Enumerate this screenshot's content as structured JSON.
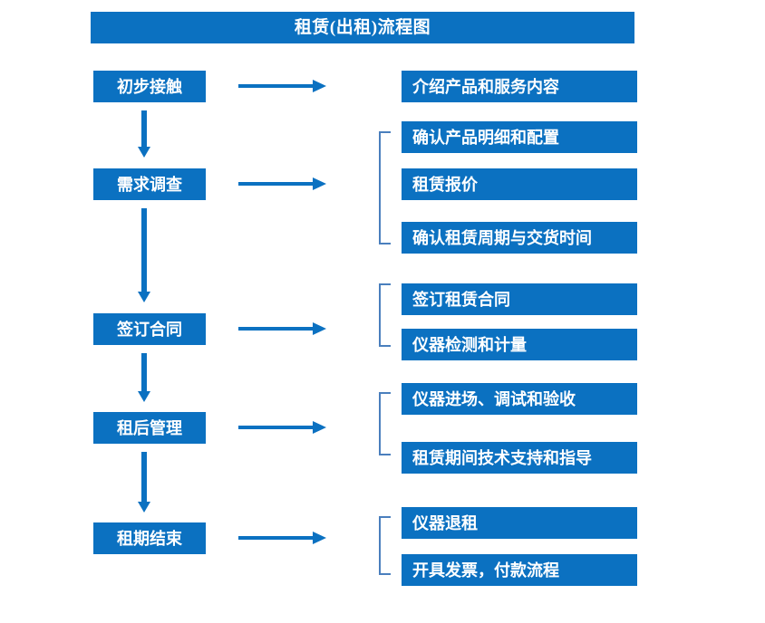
{
  "title": {
    "text": "租赁(出租)流程图"
  },
  "colors": {
    "box_blue": "#0b71c1",
    "arrow_blue": "#0b71c1",
    "bracket_blue": "#4a7fbd",
    "box_text": "#ffffff",
    "background": "#ffffff"
  },
  "stages": [
    {
      "label": "初步接触"
    },
    {
      "label": "需求调查"
    },
    {
      "label": "签订合同"
    },
    {
      "label": "租后管理"
    },
    {
      "label": "租期结束"
    }
  ],
  "details": {
    "group1": [
      {
        "label": "介绍产品和服务内容"
      }
    ],
    "group2": [
      {
        "label": "确认产品明细和配置"
      },
      {
        "label": "租赁报价"
      },
      {
        "label": "确认租赁周期与交货时间"
      }
    ],
    "group3": [
      {
        "label": "签订租赁合同"
      },
      {
        "label": "仪器检测和计量"
      }
    ],
    "group4": [
      {
        "label": "仪器进场、调试和验收"
      },
      {
        "label": "租赁期间技术支持和指导"
      }
    ],
    "group5": [
      {
        "label": "仪器退租"
      },
      {
        "label": "开具发票，付款流程"
      }
    ]
  }
}
